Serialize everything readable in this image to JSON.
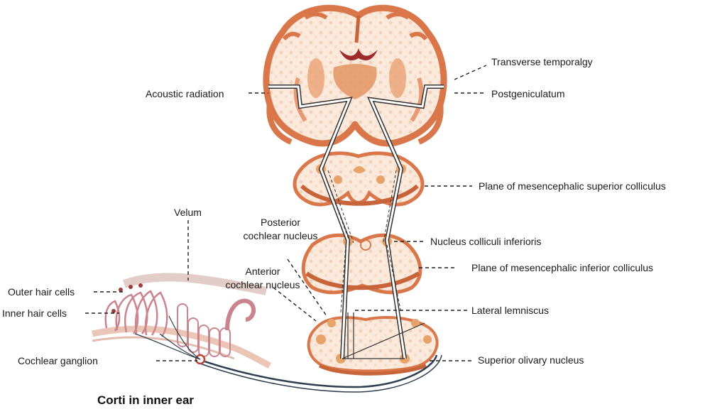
{
  "diagram": {
    "caption": "Corti in inner ear",
    "colors": {
      "cortex": "#d9774a",
      "cortex_light": "#fbe7d8",
      "nucleus": "#e8a36a",
      "pathway": "#333333",
      "ventricle": "#9e2b2b",
      "cochlea": "#c9848d",
      "nerve": "#2f3f4f"
    },
    "labels": {
      "transverse": "Transverse temporalgy",
      "postgeniculatum": "Postgeniculatum",
      "acoustic_radiation": "Acoustic radiation",
      "superior_colliculus": "Plane of mesencephalic superior colliculus",
      "velum": "Velum",
      "posterior_line1": "Posterior",
      "posterior_line2": "cochlear nucleus",
      "nucleus_colliculi": "Nucleus colliculi inferioris",
      "inferior_colliculus": "Plane of mesencephalic inferior colliculus",
      "anterior_line1": "Anterior",
      "anterior_line2": "cochlear nucleus",
      "outer_hair": "Outer hair cells",
      "inner_hair": "Inner hair cells",
      "lateral_lemniscus": "Lateral lemniscus",
      "cochlear_ganglion": "Cochlear ganglion",
      "superior_olivary": "Superior olivary nucleus"
    }
  }
}
